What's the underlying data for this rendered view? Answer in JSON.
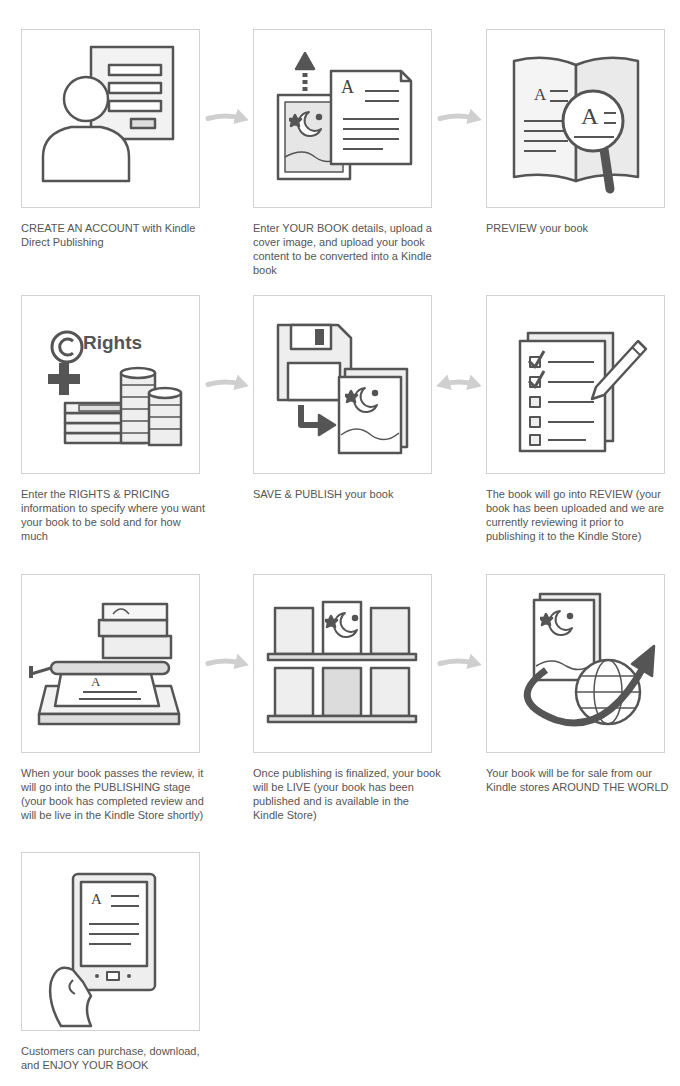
{
  "diagram": {
    "nodes": [
      {
        "text": [
          "CREATE AN ACCOUNT with Kindle Direct Publishing"
        ]
      },
      {
        "text": [
          "Enter YOUR BOOK details, upload a cover image, and upload your book content to be converted into a Kindle book"
        ]
      },
      {
        "text": [
          "PREVIEW your book"
        ]
      },
      {
        "text": [
          "Enter the RIGHTS & PRICING information to specify where you want your book to be sold and for how much"
        ]
      },
      {
        "text": [
          "SAVE & PUBLISH your book"
        ]
      },
      {
        "text": [
          "The book will go into REVIEW (your book has been uploaded and we are currently reviewing it prior to publishing it to the Kindle Store)"
        ]
      },
      {
        "text": [
          "When your book passes the review, it will go into the PUBLISHING stage (your book has completed review and will be live in the Kindle Store shortly)"
        ]
      },
      {
        "text": [
          "Once publishing is finalized, your book will be LIVE (your book has been published and is available in the Kindle Store)"
        ]
      },
      {
        "text": [
          "Your book will be for sale from our Kindle stores AROUND THE WORLD"
        ]
      },
      {
        "text": [
          "Customers can purchase, download, and ENJOY YOUR BOOK"
        ]
      }
    ],
    "edges": [
      {
        "from": 0,
        "to": 1,
        "arrow": "to"
      },
      {
        "from": 1,
        "to": 2,
        "arrow": "to"
      },
      {
        "from": 3,
        "to": 4,
        "arrow": "to"
      },
      {
        "from": 4,
        "to": 5,
        "arrow": "both"
      },
      {
        "from": 6,
        "to": 7,
        "arrow": "to"
      },
      {
        "from": 7,
        "to": 8,
        "arrow": "to"
      }
    ],
    "labels": [
      "A",
      "A",
      "A",
      "Rights",
      "A",
      "A"
    ]
  }
}
